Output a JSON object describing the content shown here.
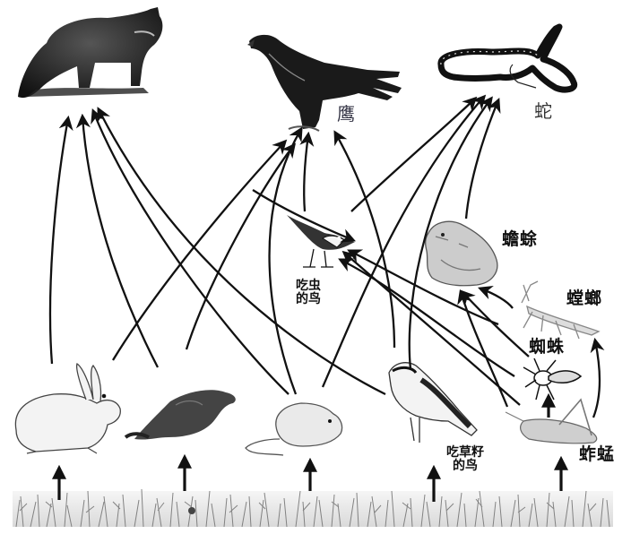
{
  "diagram": {
    "type": "food-web",
    "background": "#ffffff",
    "line_color": "#111111"
  },
  "labels": {
    "eagle": "鹰",
    "snake": "蛇",
    "toad": "蟾蜍",
    "mantis": "螳螂",
    "spider": "蜘蛛",
    "grasshopper": "蚱蜢",
    "insectivorous_bird_line1": "吃虫",
    "insectivorous_bird_line2": "的鸟",
    "seed_bird_line1": "吃草籽",
    "seed_bird_line2": "的鸟"
  },
  "organisms": [
    {
      "id": "fox",
      "label": "",
      "role": "top consumer"
    },
    {
      "id": "eagle",
      "label": "鹰",
      "role": "top consumer"
    },
    {
      "id": "snake",
      "label": "蛇",
      "role": "consumer"
    },
    {
      "id": "insectivorous_bird",
      "label": "吃虫的鸟",
      "role": "consumer"
    },
    {
      "id": "toad",
      "label": "蟾蜍",
      "role": "consumer"
    },
    {
      "id": "mantis",
      "label": "螳螂",
      "role": "consumer"
    },
    {
      "id": "spider",
      "label": "蜘蛛",
      "role": "consumer"
    },
    {
      "id": "rabbit",
      "label": "",
      "role": "herbivore"
    },
    {
      "id": "marmot",
      "label": "",
      "role": "herbivore"
    },
    {
      "id": "mouse",
      "label": "",
      "role": "herbivore"
    },
    {
      "id": "seed_bird",
      "label": "吃草籽的鸟",
      "role": "herbivore"
    },
    {
      "id": "grasshopper",
      "label": "蚱蜢",
      "role": "herbivore"
    },
    {
      "id": "grass",
      "label": "",
      "role": "producer"
    }
  ],
  "edges": [
    {
      "from": "grass",
      "to": "rabbit"
    },
    {
      "from": "grass",
      "to": "marmot"
    },
    {
      "from": "grass",
      "to": "mouse"
    },
    {
      "from": "grass",
      "to": "seed_bird"
    },
    {
      "from": "grass",
      "to": "grasshopper"
    },
    {
      "from": "rabbit",
      "to": "fox"
    },
    {
      "from": "marmot",
      "to": "fox"
    },
    {
      "from": "mouse",
      "to": "fox"
    },
    {
      "from": "seed_bird",
      "to": "fox"
    },
    {
      "from": "rabbit",
      "to": "eagle"
    },
    {
      "from": "marmot",
      "to": "eagle"
    },
    {
      "from": "mouse",
      "to": "eagle"
    },
    {
      "from": "insectivorous_bird",
      "to": "eagle"
    },
    {
      "from": "seed_bird",
      "to": "eagle"
    },
    {
      "from": "snake",
      "to": "eagle"
    },
    {
      "from": "mouse",
      "to": "snake"
    },
    {
      "from": "insectivorous_bird",
      "to": "snake"
    },
    {
      "from": "seed_bird",
      "to": "snake"
    },
    {
      "from": "toad",
      "to": "snake"
    },
    {
      "from": "grasshopper",
      "to": "insectivorous_bird"
    },
    {
      "from": "spider",
      "to": "insectivorous_bird"
    },
    {
      "from": "mantis",
      "to": "insectivorous_bird"
    },
    {
      "from": "grasshopper",
      "to": "seed_bird"
    },
    {
      "from": "spider",
      "to": "toad"
    },
    {
      "from": "mantis",
      "to": "toad"
    },
    {
      "from": "grasshopper",
      "to": "toad"
    },
    {
      "from": "grasshopper",
      "to": "spider"
    },
    {
      "from": "grasshopper",
      "to": "mantis"
    }
  ]
}
